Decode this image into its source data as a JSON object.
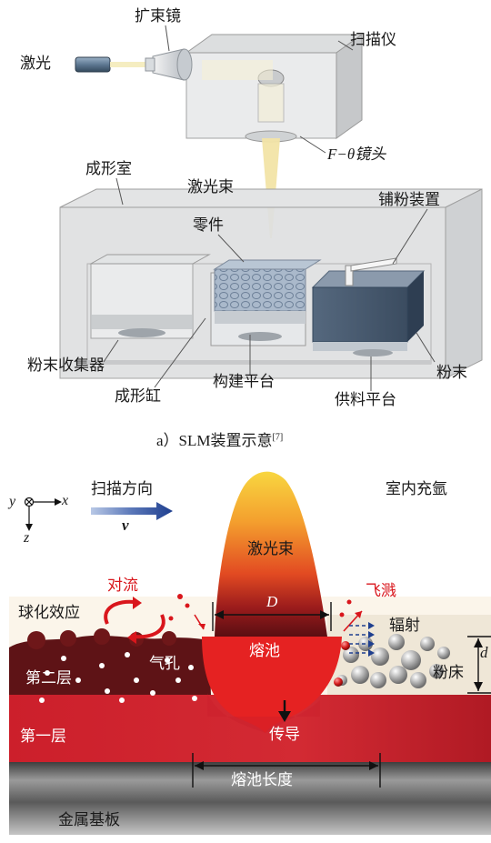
{
  "top": {
    "laser": "激光",
    "beam_expander": "扩束镜",
    "scanner": "扫描仪",
    "f_theta_lens": "F−θ镜头",
    "build_chamber": "成形室",
    "laser_beam": "激光束",
    "part": "零件",
    "recoater": "铺粉装置",
    "powder_collector": "粉末收集器",
    "forming_cylinder": "成形缸",
    "build_platform": "构建平台",
    "feed_platform": "供料平台",
    "powder": "粉末",
    "caption_prefix": "a）SLM装置示意",
    "caption_ref": "[7]"
  },
  "bottom": {
    "axis_y": "y",
    "axis_x": "x",
    "axis_z": "z",
    "scan_direction": "扫描方向",
    "velocity": "v",
    "argon": "室内充氩",
    "laser_beam": "激光束",
    "convection": "对流",
    "spatter": "飞溅",
    "balling": "球化效应",
    "diameter": "D",
    "radiation": "辐射",
    "melt_pool": "熔池",
    "pores": "气孔",
    "powder_bed": "粉床",
    "thickness": "d",
    "layer_two": "第二层",
    "layer_one": "第一层",
    "conduction": "传导",
    "melt_pool_length": "熔池长度",
    "substrate": "金属基板"
  },
  "colors": {
    "layer_one": "#c81e2a",
    "layer_two": "#5e1316",
    "melt_pool": "#e52222",
    "beam_top": "#f8d640",
    "substrate": "#6b6b6b",
    "arrow_blue": "#1f3f8f",
    "accent_red": "#d9161c"
  }
}
